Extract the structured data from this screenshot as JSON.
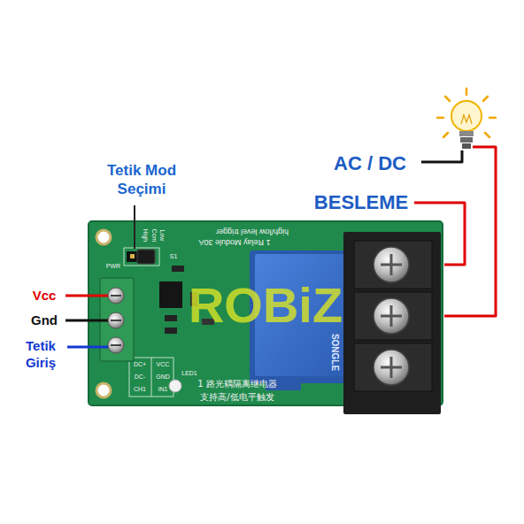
{
  "diagram": {
    "labels": [
      "Tetik Mod Seçimi",
      "AC / DC",
      "BESLEME",
      "Vcc",
      "Gnd",
      "Tetik Giriş",
      "1 Relay Module 30A",
      "high/low level trigger",
      "Low",
      "Com",
      "High",
      "S1",
      "PWR",
      "DC+",
      "DC-",
      "CH1",
      "VCC",
      "GND",
      "IN1",
      "LED1",
      "1 路光耦隔离继电器",
      "支持高/低电平触发",
      "SONGLE",
      "ROBiZ"
    ]
  }
}
